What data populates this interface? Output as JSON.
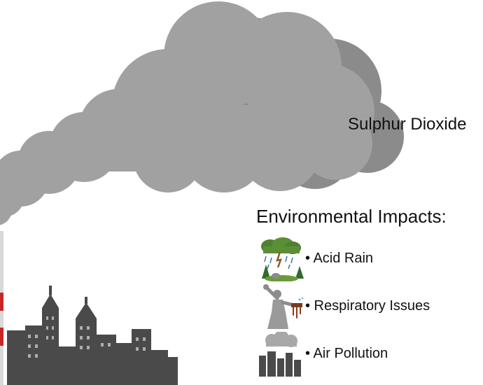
{
  "title": "Sulphur Dioxide",
  "impacts": {
    "heading": "Environmental Impacts:",
    "items": [
      {
        "label": "• Acid Rain",
        "icon": "acid-rain-icon"
      },
      {
        "label": "• Respiratory Issues",
        "icon": "statue-icon"
      },
      {
        "label": "• Air Pollution",
        "icon": "polluted-city-icon"
      }
    ]
  },
  "colors": {
    "smoke": "#9e9e9e",
    "smoke_shadow": "#8a8a8a",
    "city": "#4a4a4a",
    "chimney_red": "#c62828"
  }
}
